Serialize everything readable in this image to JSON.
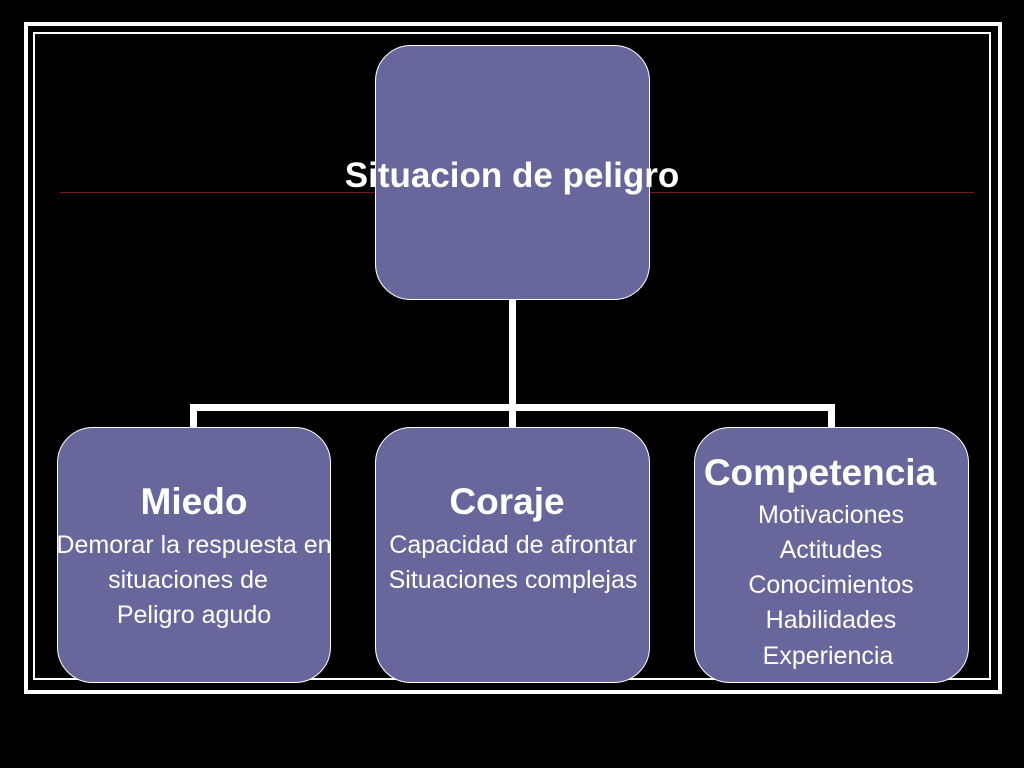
{
  "root": {
    "label": "Situacion de peligro"
  },
  "children": [
    {
      "title": "Miedo",
      "lines": [
        "Demorar la respuesta en",
        "situaciones de",
        "Peligro agudo"
      ]
    },
    {
      "title": "Coraje",
      "lines": [
        "Capacidad de afrontar",
        "Situaciones complejas"
      ]
    },
    {
      "title": "Competencia",
      "lines": [
        "Motivaciones",
        "Actitudes",
        "Conocimientos",
        "Habilidades",
        "Experiencia"
      ]
    }
  ],
  "colors": {
    "background": "#000000",
    "box_fill": "#67679b",
    "connector": "#ffffff",
    "accent_line": "#7a1a1a"
  }
}
